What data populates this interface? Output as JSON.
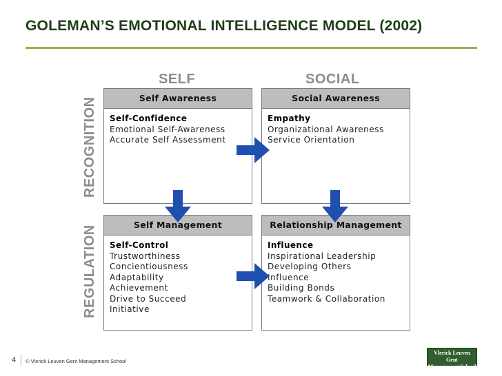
{
  "title": "GOLEMAN’S EMOTIONAL INTELLIGENCE MODEL (2002)",
  "columns": {
    "self": "SELF",
    "social": "SOCIAL"
  },
  "rows": {
    "recognition": "RECOGNITION",
    "regulation": "REGULATION"
  },
  "quadrants": {
    "self_awareness": {
      "heading": "Self Awareness",
      "items": [
        "Self-Confidence",
        "Emotional Self-Awareness",
        "Accurate Self Assessment"
      ]
    },
    "social_awareness": {
      "heading": "Social Awareness",
      "items": [
        "Empathy",
        "Organizational Awareness",
        "Service Orientation"
      ]
    },
    "self_management": {
      "heading": "Self Management",
      "items": [
        "Self-Control",
        "Trustworthiness",
        "Concientiousness",
        "Adaptability",
        "Achievement",
        "Drive to Succeed",
        "Initiative"
      ]
    },
    "relationship_management": {
      "heading": "Relationship Management",
      "items": [
        "Influence",
        "Inspirational Leadership",
        "Developing Others",
        "Influence",
        "Building Bonds",
        "Teamwork & Collaboration"
      ]
    }
  },
  "arrow_color": "#1f4fb0",
  "footer": {
    "page_number": "4",
    "copyright": "© Vlerick Leuven Gent Management School",
    "logo_line1": "Vlerick Leuven Gent",
    "logo_line2": "Management School"
  }
}
